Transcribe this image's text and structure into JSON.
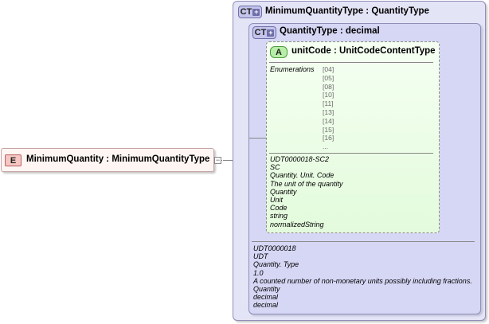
{
  "outer_type": {
    "badge": "CT",
    "title": "MinimumQuantityType : QuantityType",
    "annotations": [
      "UDT0000018",
      "UDT",
      "Quantity. Type",
      "1.0",
      "A counted number of non-monetary units possibly including fractions.",
      "Quantity",
      "decimal",
      "decimal"
    ]
  },
  "inner_type": {
    "badge": "CT",
    "title": "QuantityType : decimal"
  },
  "attribute": {
    "badge": "A",
    "title": "unitCode : UnitCodeContentType",
    "enumerations_label": "Enumerations",
    "enumerations": [
      "[04]",
      "[05]",
      "[08]",
      "[10]",
      "[11]",
      "[13]",
      "[14]",
      "[15]",
      "[16]",
      "..."
    ],
    "annotations": [
      "UDT0000018-SC2",
      "SC",
      "Quantity. Unit. Code",
      "The unit of the quantity",
      "Quantity",
      "Unit",
      "Code",
      "string",
      "normalizedString"
    ]
  },
  "element": {
    "badge": "E",
    "title": "MinimumQuantity : MinimumQuantityType",
    "expander": "−"
  },
  "colors": {
    "outer_fill": "#e4e4f7",
    "inner_fill": "#d6d6f5",
    "attribute_fill": "#e3fbdc",
    "element_fill": "#fff6f4"
  }
}
